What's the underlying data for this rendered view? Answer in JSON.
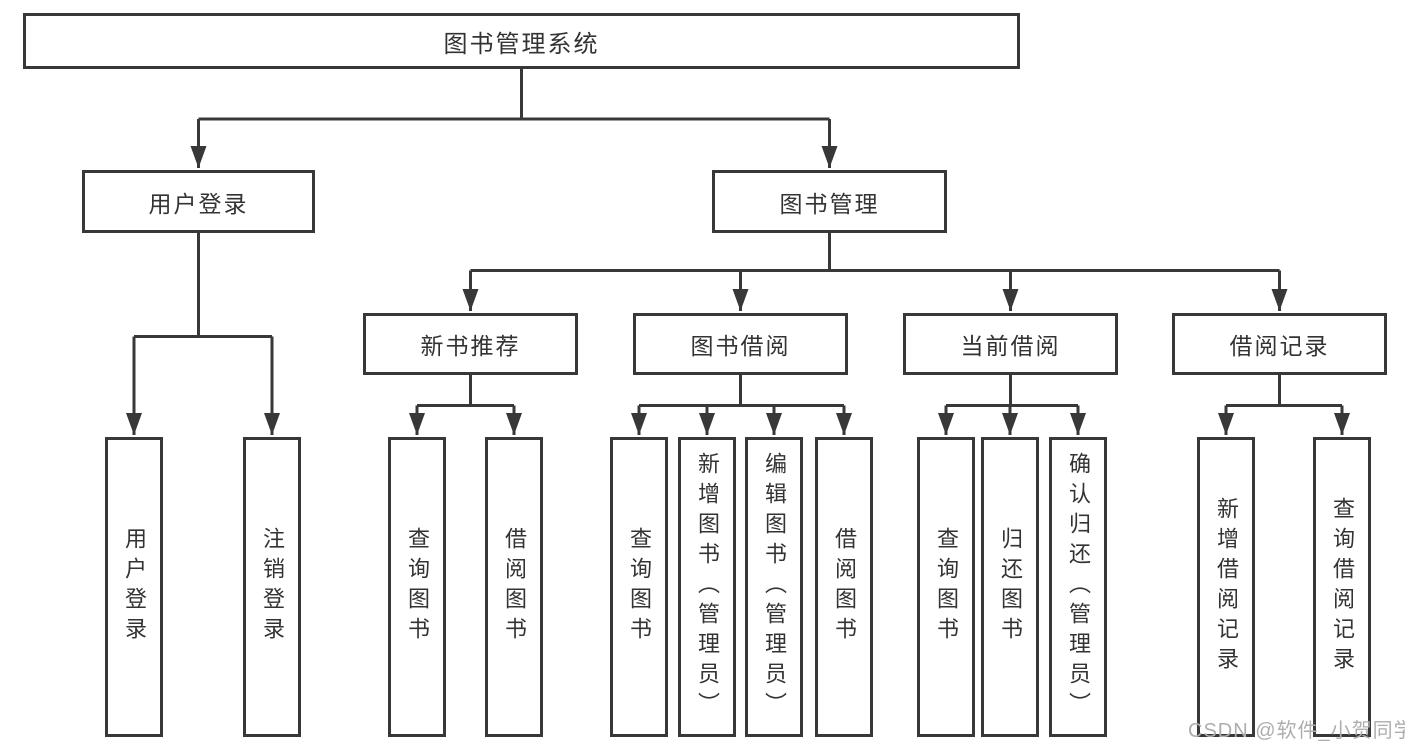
{
  "colors": {
    "bg": "#ffffff",
    "line": "#383838",
    "text": "#333333",
    "watermark": "#aeaeae"
  },
  "watermark": {
    "text": "CSDN @软件_小贺同学"
  },
  "tree": {
    "label": "图书管理系统",
    "children": [
      {
        "label": "用户登录",
        "children": [
          {
            "label": "用户登录"
          },
          {
            "label": "注销登录"
          }
        ]
      },
      {
        "label": "图书管理",
        "children": [
          {
            "label": "新书推荐",
            "children": [
              {
                "label": "查询图书"
              },
              {
                "label": "借阅图书"
              }
            ]
          },
          {
            "label": "图书借阅",
            "children": [
              {
                "label": "查询图书"
              },
              {
                "label": "新增图书（管理员）"
              },
              {
                "label": "编辑图书（管理员）"
              },
              {
                "label": "借阅图书"
              }
            ]
          },
          {
            "label": "当前借阅",
            "children": [
              {
                "label": "查询图书"
              },
              {
                "label": "归还图书"
              },
              {
                "label": "确认归还（管理员）"
              }
            ]
          },
          {
            "label": "借阅记录",
            "children": [
              {
                "label": "新增借阅记录"
              },
              {
                "label": "查询借阅记录"
              }
            ]
          }
        ]
      }
    ]
  }
}
